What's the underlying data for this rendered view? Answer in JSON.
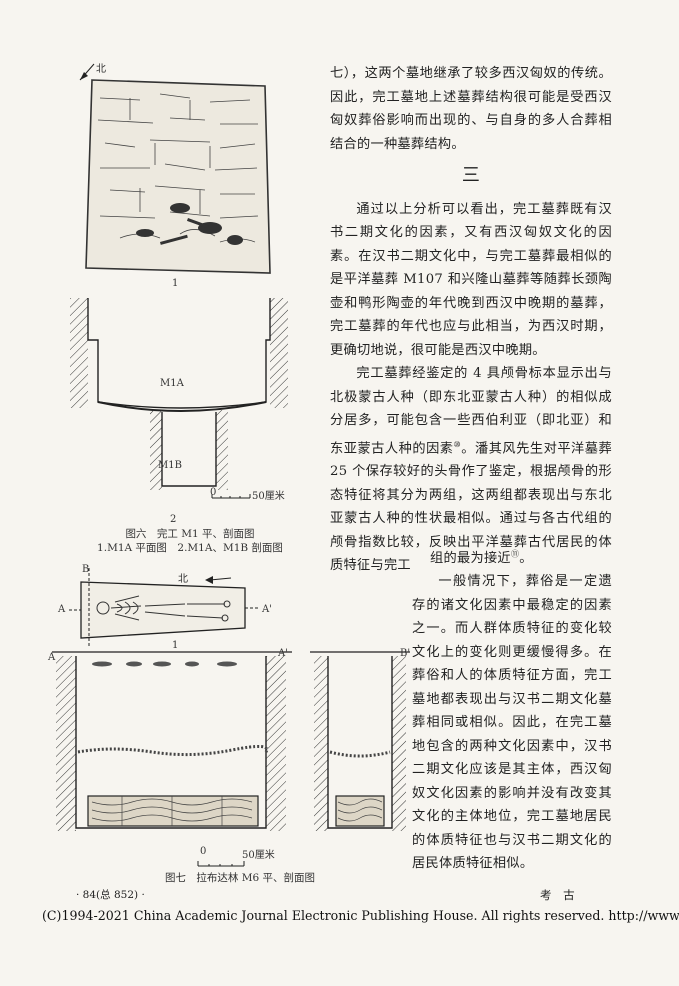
{
  "right_column": {
    "para_1": "七），这两个墓地继承了较多西汉匈奴的传统。因此，完工墓地上述墓葬结构很可能是受西汉匈奴葬俗影响而出现的、与自身的多人合葬相结合的一种墓葬结构。",
    "section_number": "三",
    "para_2": "通过以上分析可以看出，完工墓葬既有汉书二期文化的因素，又有西汉匈奴文化的因素。在汉书二期文化中，与完工墓葬最相似的是平洋墓葬 M107 和兴隆山墓葬等随葬长颈陶壶和鸭形陶壶的年代晚到西汉中晚期的墓葬，完工墓葬的年代也应与此相当，为西汉时期，更确切地说，很可能是西汉中晚期。",
    "para_3": "完工墓葬经鉴定的 4 具颅骨标本显示出与北极蒙古人种（即东北亚蒙古人种）的相似成分居多，可能包含一些西伯利亚（即北亚）和东亚蒙古人种的因素",
    "para_3_note": "⑩",
    "para_3_cont": "。潘其风先生对平洋墓葬 25 个保存较好的头骨作了鉴定，根据颅骨的形态特征将其分为两组，这两组都表现出与东北亚蒙古人种的性状最相似。通过与各古代组的颅骨指数比较，反映出平洋墓葬古代居民的体质特征与完工",
    "para_3_tail": "组的最为接近",
    "para_3_tail_note": "⑪",
    "para_3_tail_end": "。"
  },
  "lower_column": {
    "para_4": "一般情况下，葬俗是一定遗存的诸文化因素中最稳定的因素之一。而人群体质特征的变化较文化上的变化则更缓慢得多。在葬俗和人的体质特征方面，完工墓地都表现出与汉书二期文化墓葬相同或相似。因此，在完工墓地包含的两种文化因素中，汉书二期文化应该是其主体，西汉匈奴文化因素的影响并没有改变其文化的主体地位，完工墓地居民的体质特征也与汉书二期文化的居民体质特征相似。"
  },
  "figure_6": {
    "north_label": "北",
    "sub_1": "1",
    "sub_2": "2",
    "label_m1a": "M1A",
    "label_m1b": "M1B",
    "scale_zero": "0",
    "scale_text": "50厘米",
    "caption_line1": "图六　完工 M1 平、剖面图",
    "caption_line2": "1.M1A 平面图　2.M1A、M1B 剖面图"
  },
  "figure_7": {
    "north_label": "北",
    "label_b": "B",
    "label_b_prime": "B'",
    "label_a": "A",
    "label_a_prime": "A'",
    "sub_1": "1",
    "scale_zero": "0",
    "scale_text": "50厘米",
    "caption": "图七　拉布达林 M6 平、剖面图"
  },
  "footer": {
    "page_number": "· 84(总 852) ·",
    "journal": "考 古",
    "copyright": "(C)1994-2021 China Academic Journal Electronic Publishing House. All rights reserved.   http://www.cnki.net"
  }
}
